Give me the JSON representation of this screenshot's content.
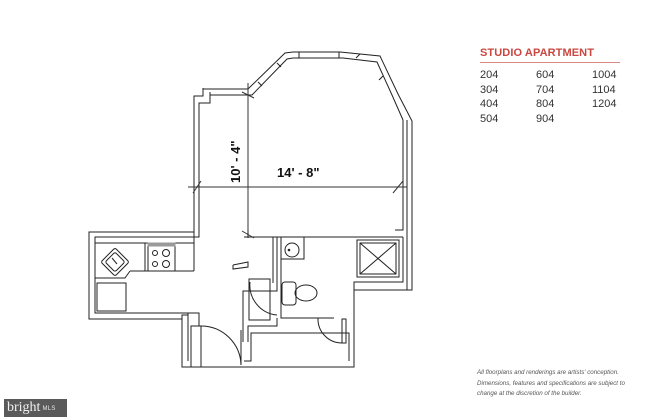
{
  "unit_panel": {
    "title": "STUDIO APARTMENT",
    "units": [
      [
        "204",
        "604",
        "1004"
      ],
      [
        "304",
        "704",
        "1104"
      ],
      [
        "404",
        "804",
        "1204"
      ],
      [
        "504",
        "904",
        ""
      ]
    ]
  },
  "floorplan": {
    "dimension_height": "10' - 4\"",
    "dimension_width": "14' - 8\"",
    "rooms": [
      "living-area",
      "kitchen",
      "bathroom",
      "entry-closet"
    ],
    "fixtures": [
      "sink",
      "cooktop",
      "refrigerator",
      "lavatory",
      "toilet",
      "shower"
    ]
  },
  "disclaimer": {
    "line1": "All floorplans and renderings are artists' conception.",
    "line2": "Dimensions, features and specifications are subject to",
    "line3": "change at the discretion of the builder."
  },
  "logo": {
    "brand": "bright",
    "suffix": "MLS"
  },
  "colors": {
    "accent": "#c8473f",
    "line": "#222222",
    "logo_bg": "#5a5a5a"
  }
}
